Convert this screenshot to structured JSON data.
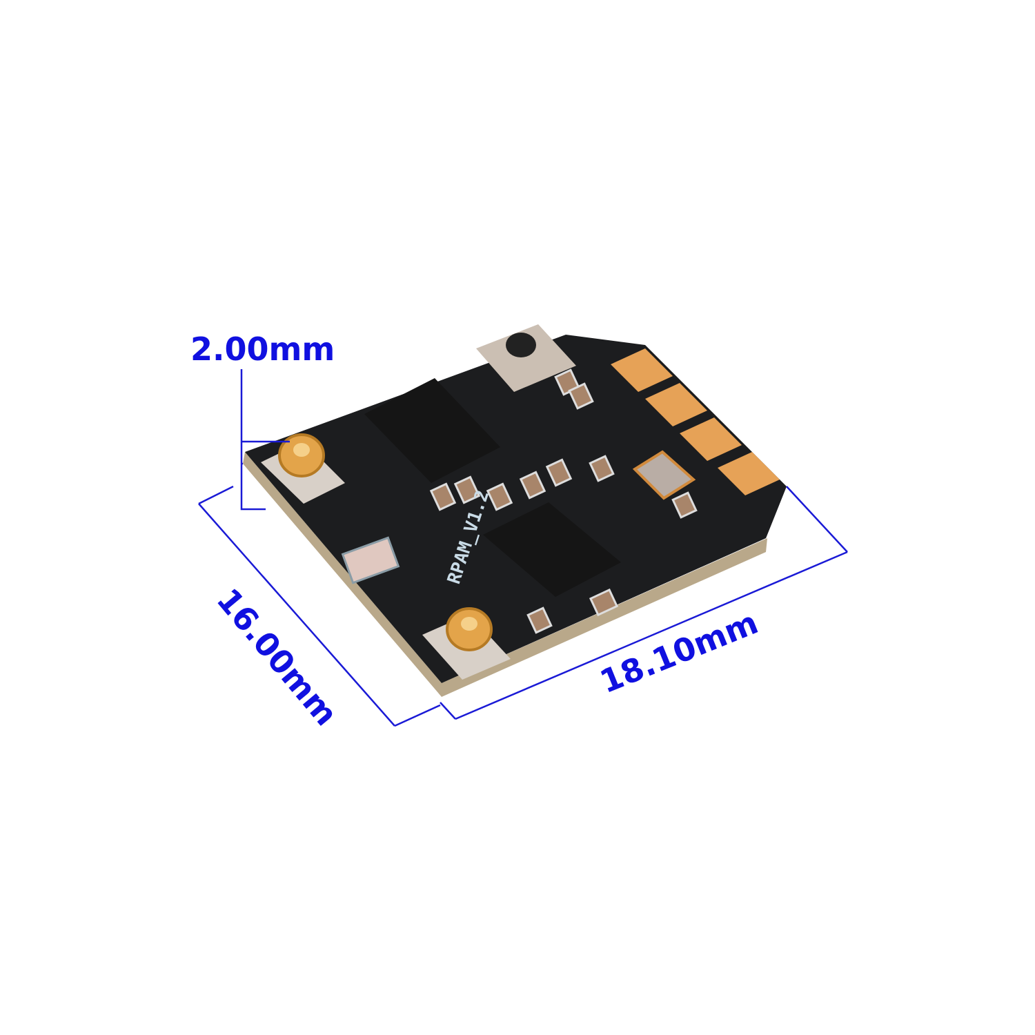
{
  "dimensions": {
    "thickness": "2.00mm",
    "width": "16.00mm",
    "length": "18.10mm"
  },
  "board_label": "RPAM_V1.2",
  "colors": {
    "dimension_line": "#1a1ad6",
    "pcb": "#1c1d1f",
    "gold": "#e6a257",
    "background": "#ffffff"
  }
}
